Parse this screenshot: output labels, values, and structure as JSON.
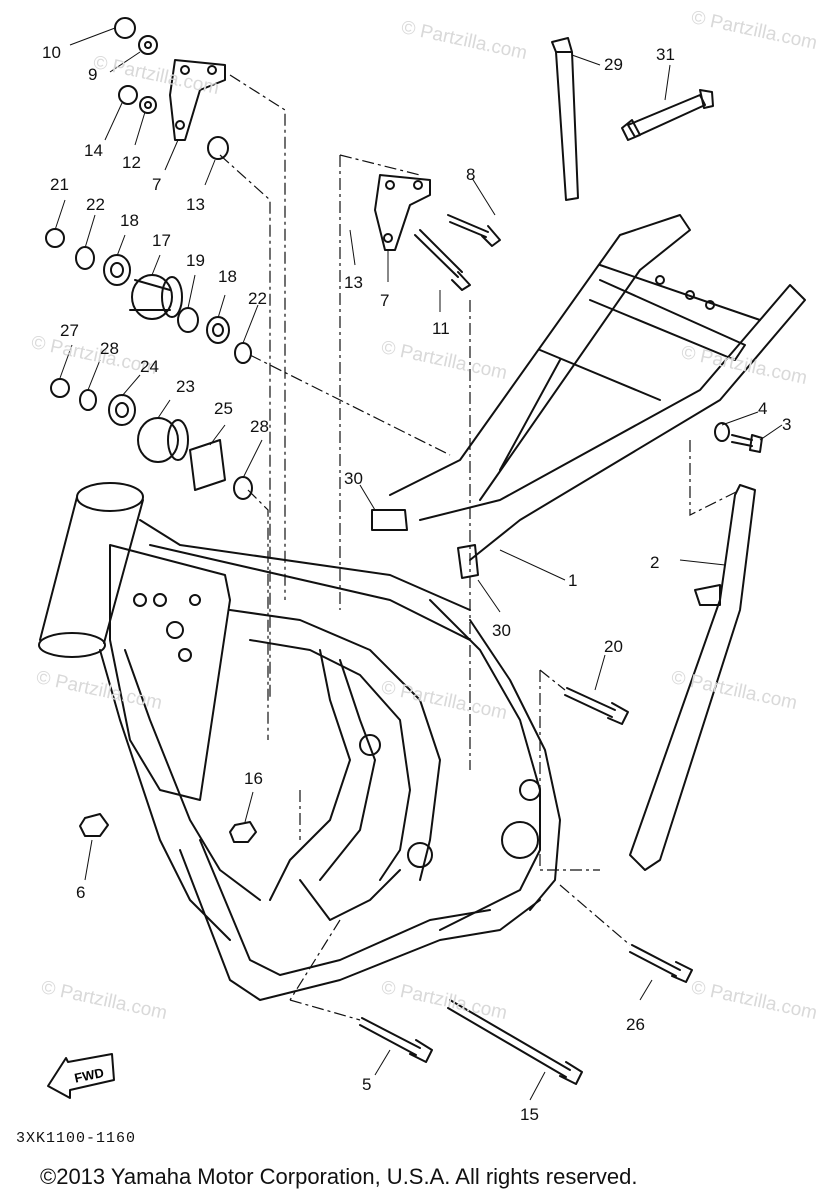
{
  "callouts": [
    "10",
    "9",
    "14",
    "12",
    "7",
    "13",
    "21",
    "22",
    "18",
    "17",
    "19",
    "18",
    "22",
    "27",
    "28",
    "24",
    "23",
    "25",
    "28",
    "8",
    "13",
    "7",
    "11",
    "29",
    "31",
    "4",
    "3",
    "30",
    "1",
    "30",
    "2",
    "20",
    "16",
    "6",
    "26",
    "5",
    "15"
  ],
  "watermark": "© Partzilla.com",
  "fwd_label": "FWD",
  "part_code": "3XK1100-1160",
  "copyright": "©2013 Yamaha Motor Corporation, U.S.A. All rights reserved.",
  "colors": {
    "line": "#111111",
    "watermark": "#d9d9d9"
  }
}
